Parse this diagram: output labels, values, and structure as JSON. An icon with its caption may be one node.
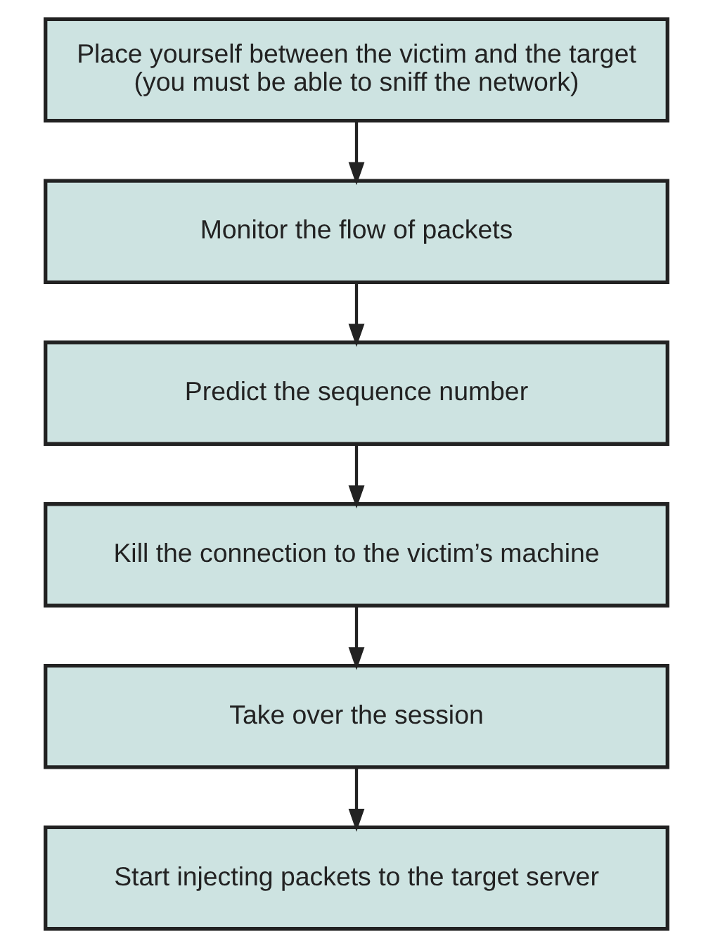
{
  "diagram": {
    "nodes": [
      {
        "text": [
          "Place yourself between the victim and the target (you must be able to sniff the network)"
        ]
      },
      {
        "text": [
          "Monitor the flow of packets"
        ]
      },
      {
        "text": [
          "Predict the sequence number"
        ]
      },
      {
        "text": [
          "Kill the connection to the victim’s machine"
        ]
      },
      {
        "text": [
          "Take over the session"
        ]
      },
      {
        "text": [
          "Start injecting packets to the target server"
        ]
      }
    ],
    "edges": [
      {
        "from": 0,
        "to": 1,
        "arrow": "to"
      },
      {
        "from": 1,
        "to": 2,
        "arrow": "to"
      },
      {
        "from": 2,
        "to": 3,
        "arrow": "to"
      },
      {
        "from": 3,
        "to": 4,
        "arrow": "to"
      },
      {
        "from": 4,
        "to": 5,
        "arrow": "to"
      }
    ]
  }
}
